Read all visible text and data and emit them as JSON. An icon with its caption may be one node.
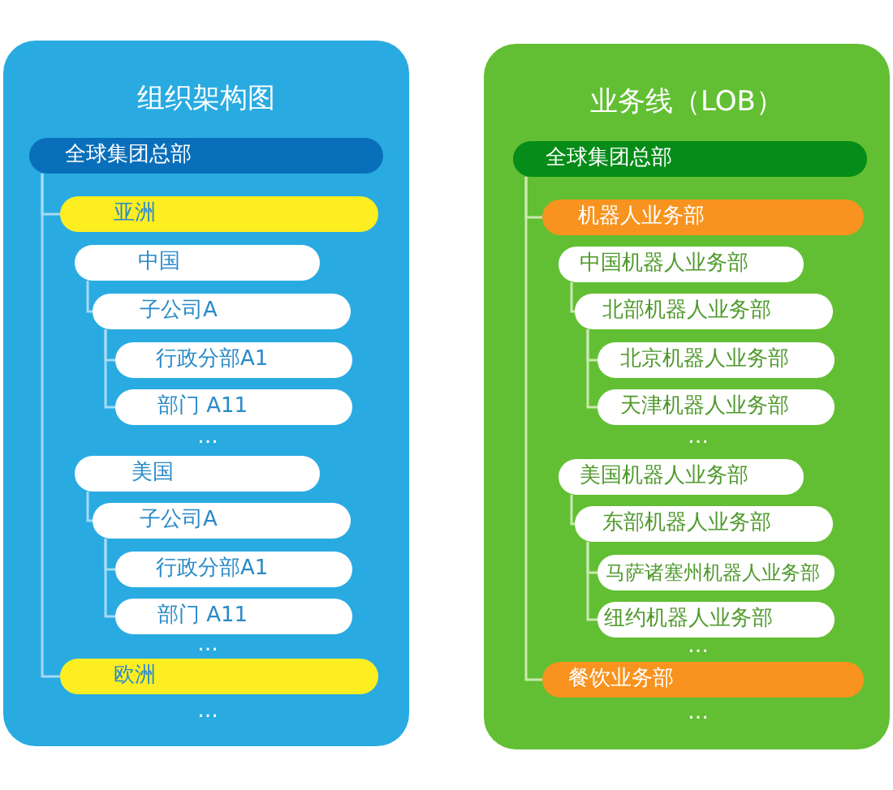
{
  "diagram": {
    "nodes": [
      {
        "text": [
          "组织架构图"
        ]
      },
      {
        "text": [
          "全球集团总部"
        ],
        "in": 0
      },
      {
        "text": [
          "亚洲"
        ],
        "in": 0
      },
      {
        "text": [
          "中国"
        ],
        "in": 0
      },
      {
        "text": [
          "子公司A"
        ],
        "in": 0
      },
      {
        "text": [
          "行政分部A1"
        ],
        "in": 0
      },
      {
        "text": [
          "部门 A11"
        ],
        "in": 0
      },
      {
        "text": [
          "美国"
        ],
        "in": 0
      },
      {
        "text": [
          "子公司A"
        ],
        "in": 0
      },
      {
        "text": [
          "行政分部A1"
        ],
        "in": 0
      },
      {
        "text": [
          "部门 A11"
        ],
        "in": 0
      },
      {
        "text": [
          "欧洲"
        ],
        "in": 0
      },
      {
        "text": [
          "业务线（LOB）"
        ]
      },
      {
        "text": [
          "全球集团总部"
        ],
        "in": 12
      },
      {
        "text": [
          "机器人业务部"
        ],
        "in": 12
      },
      {
        "text": [
          "中国机器人业务部"
        ],
        "in": 12
      },
      {
        "text": [
          "北部机器人业务部"
        ],
        "in": 12
      },
      {
        "text": [
          "北京机器人业务部"
        ],
        "in": 12
      },
      {
        "text": [
          "天津机器人业务部"
        ],
        "in": 12
      },
      {
        "text": [
          "美国机器人业务部"
        ],
        "in": 12
      },
      {
        "text": [
          "东部机器人业务部"
        ],
        "in": 12
      },
      {
        "text": [
          "马萨诸塞州机器人业务部"
        ],
        "in": 12
      },
      {
        "text": [
          "纽约机器人业务部"
        ],
        "in": 12
      },
      {
        "text": [
          "餐饮业务部"
        ],
        "in": 12
      }
    ],
    "edges": [
      {
        "from": 1,
        "to": 2,
        "arrow": "none"
      },
      {
        "from": 1,
        "to": 11,
        "arrow": "none"
      },
      {
        "from": 3,
        "to": 4,
        "arrow": "none"
      },
      {
        "from": 4,
        "to": 5,
        "arrow": "none"
      },
      {
        "from": 4,
        "to": 6,
        "arrow": "none"
      },
      {
        "from": 7,
        "to": 8,
        "arrow": "none"
      },
      {
        "from": 8,
        "to": 9,
        "arrow": "none"
      },
      {
        "from": 8,
        "to": 10,
        "arrow": "none"
      },
      {
        "from": 13,
        "to": 14,
        "arrow": "none"
      },
      {
        "from": 13,
        "to": 23,
        "arrow": "none"
      },
      {
        "from": 15,
        "to": 16,
        "arrow": "none"
      },
      {
        "from": 16,
        "to": 17,
        "arrow": "none"
      },
      {
        "from": 16,
        "to": 18,
        "arrow": "none"
      },
      {
        "from": 19,
        "to": 20,
        "arrow": "none"
      },
      {
        "from": 20,
        "to": 21,
        "arrow": "none"
      },
      {
        "from": 20,
        "to": 22,
        "arrow": "none"
      }
    ],
    "labels": [
      "…",
      "…",
      "…",
      "…",
      "…",
      "…"
    ]
  }
}
